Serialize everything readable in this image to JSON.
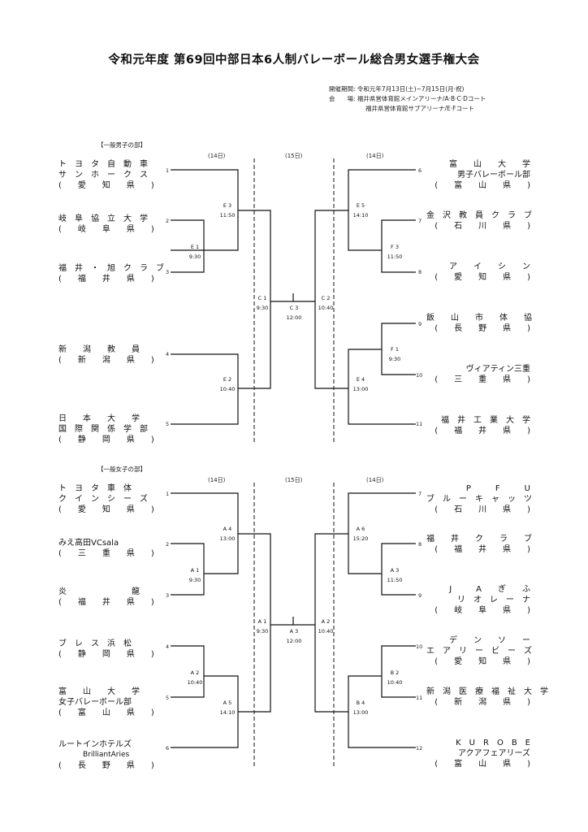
{
  "title": "令和元年度 第69回中部日本6人制バレーボール総合男女選手権大会",
  "meta": {
    "period_label": "開催期間:",
    "period_value": "令和元年7月13日(土)~7月15日(月·祝)",
    "venue_label": "会　　場:",
    "venue_line1": "福井県営体育館メインアリーナ/A·B·C·Dコート",
    "venue_line2": "福井県営体育館サブアリーナ/E·Fコート"
  },
  "men": {
    "section": "【一般男子の部】",
    "days": [
      "(14日)",
      "(15日)",
      "(14日)"
    ],
    "left_teams": [
      {
        "num": "1",
        "lines": [
          "ト　ヨ　タ　自　動　車",
          "サ　ン　ホ　ー　ク　ス",
          "(　　愛　　知　　県　　)"
        ]
      },
      {
        "num": "2",
        "lines": [
          "岐　阜　協　立　大　学",
          "(　　岐　　阜　　県　　)"
        ]
      },
      {
        "num": "3",
        "lines": [
          "福　井　・　旭　ク　ラ　ブ",
          "(　　福　　井　　県　　)"
        ]
      },
      {
        "num": "4",
        "lines": [
          "新　　潟　　教　　員",
          "(　　新　　潟　　県　　)"
        ]
      },
      {
        "num": "5",
        "lines": [
          "日　　本　　大　　学",
          "国　際　関　係　学　部",
          "(　　静　　岡　　県　　)"
        ]
      }
    ],
    "right_teams": [
      {
        "num": "6",
        "lines": [
          "富　　山　　大　　学",
          "男子バレーボール部",
          "(　　富　　山　　県　　)"
        ]
      },
      {
        "num": "7",
        "lines": [
          "金　沢　教　員　ク　ラ　ブ",
          "(　　石　　川　　県　　)"
        ]
      },
      {
        "num": "8",
        "lines": [
          "ア　　イ　　シ　　ン",
          "(　　愛　　知　　県　　)"
        ]
      },
      {
        "num": "9",
        "lines": [
          "飯　　山　　市　　体　　協",
          "(　　長　　野　　県　　)"
        ]
      },
      {
        "num": "10",
        "lines": [
          "ヴィアティン三重",
          "(　　三　　重　　県　　)"
        ]
      },
      {
        "num": "11",
        "lines": [
          "福　井　工　業　大　学",
          "(　　福　　井　　県　　)"
        ]
      }
    ],
    "matches": {
      "e3": [
        "E 3",
        "11:50"
      ],
      "e1": [
        "E 1",
        "9:30"
      ],
      "e2": [
        "E 2",
        "10:40"
      ],
      "c1": [
        "C 1",
        "9:30"
      ],
      "c3": [
        "C 3",
        "12:00"
      ],
      "c2": [
        "C 2",
        "10:40"
      ],
      "e5": [
        "E 5",
        "14:10"
      ],
      "f3": [
        "F 3",
        "11:50"
      ],
      "f1": [
        "F 1",
        "9:30"
      ],
      "e4": [
        "E 4",
        "13:00"
      ]
    }
  },
  "women": {
    "section": "【一般女子の部】",
    "days": [
      "(14日)",
      "(15日)",
      "(14日)"
    ],
    "left_teams": [
      {
        "num": "1",
        "lines": [
          "ト　ヨ　タ　車　体",
          "ク　イ　ン　シ　ー　ズ",
          "(　　愛　　知　　県　　)"
        ]
      },
      {
        "num": "2",
        "lines": [
          "みえ高田VCsala",
          "(　　三　　重　　県　　)"
        ]
      },
      {
        "num": "3",
        "lines": [
          "炎　　　　　　　　龍",
          "(　　福　　井　　県　　)"
        ]
      },
      {
        "num": "4",
        "lines": [
          "ブ　レ　ス　浜　松",
          "(　　静　　岡　　県　　)"
        ]
      },
      {
        "num": "5",
        "lines": [
          "富　　山　　大　　学",
          "女子バレーボール部",
          "(　　富　　山　　県　　)"
        ]
      },
      {
        "num": "6",
        "lines": [
          "ルートインホテルズ",
          "BrilliantAries",
          "(　　長　　野　　県　　)"
        ]
      }
    ],
    "right_teams": [
      {
        "num": "7",
        "lines": [
          "P　　　F　　　U",
          "ブ　ル　ー　キ　ャ　ッ　ツ",
          "(　　石　　川　　県　　)"
        ]
      },
      {
        "num": "8",
        "lines": [
          "福　　井　　ク　　ラ　　ブ",
          "(　　福　　井　　県　　)"
        ]
      },
      {
        "num": "9",
        "lines": [
          "J　　　A　　ぎ　　ふ",
          "リ　オ　レ　ー　ナ",
          "(　　岐　　阜　　県　　)"
        ]
      },
      {
        "num": "10",
        "lines": [
          "デ　　ン　　ソ　　ー",
          "エ　ア　リ　ー　ビ　ー　ズ",
          "(　　愛　　知　　県　　)"
        ]
      },
      {
        "num": "11",
        "lines": [
          "新　潟　医　療　福　祉　大　学",
          "(　　新　　潟　　県　　)"
        ]
      },
      {
        "num": "12",
        "lines": [
          "K　U　R　O　B　E",
          "アクアフェアリーズ",
          "(　　富　　山　　県　　)"
        ]
      }
    ],
    "matches": {
      "a4": [
        "A 4",
        "13:00"
      ],
      "a1s": [
        "A 1",
        "9:30"
      ],
      "a2s": [
        "A 2",
        "10:40"
      ],
      "a5": [
        "A 5",
        "14:10"
      ],
      "a1": [
        "A 1",
        "9:30"
      ],
      "a3": [
        "A 3",
        "12:00"
      ],
      "a2": [
        "A 2",
        "10:40"
      ],
      "a6": [
        "A 6",
        "15:20"
      ],
      "a3s": [
        "A 3",
        "11:50"
      ],
      "b2": [
        "B 2",
        "10:40"
      ],
      "b4": [
        "B 4",
        "13:00"
      ]
    }
  }
}
